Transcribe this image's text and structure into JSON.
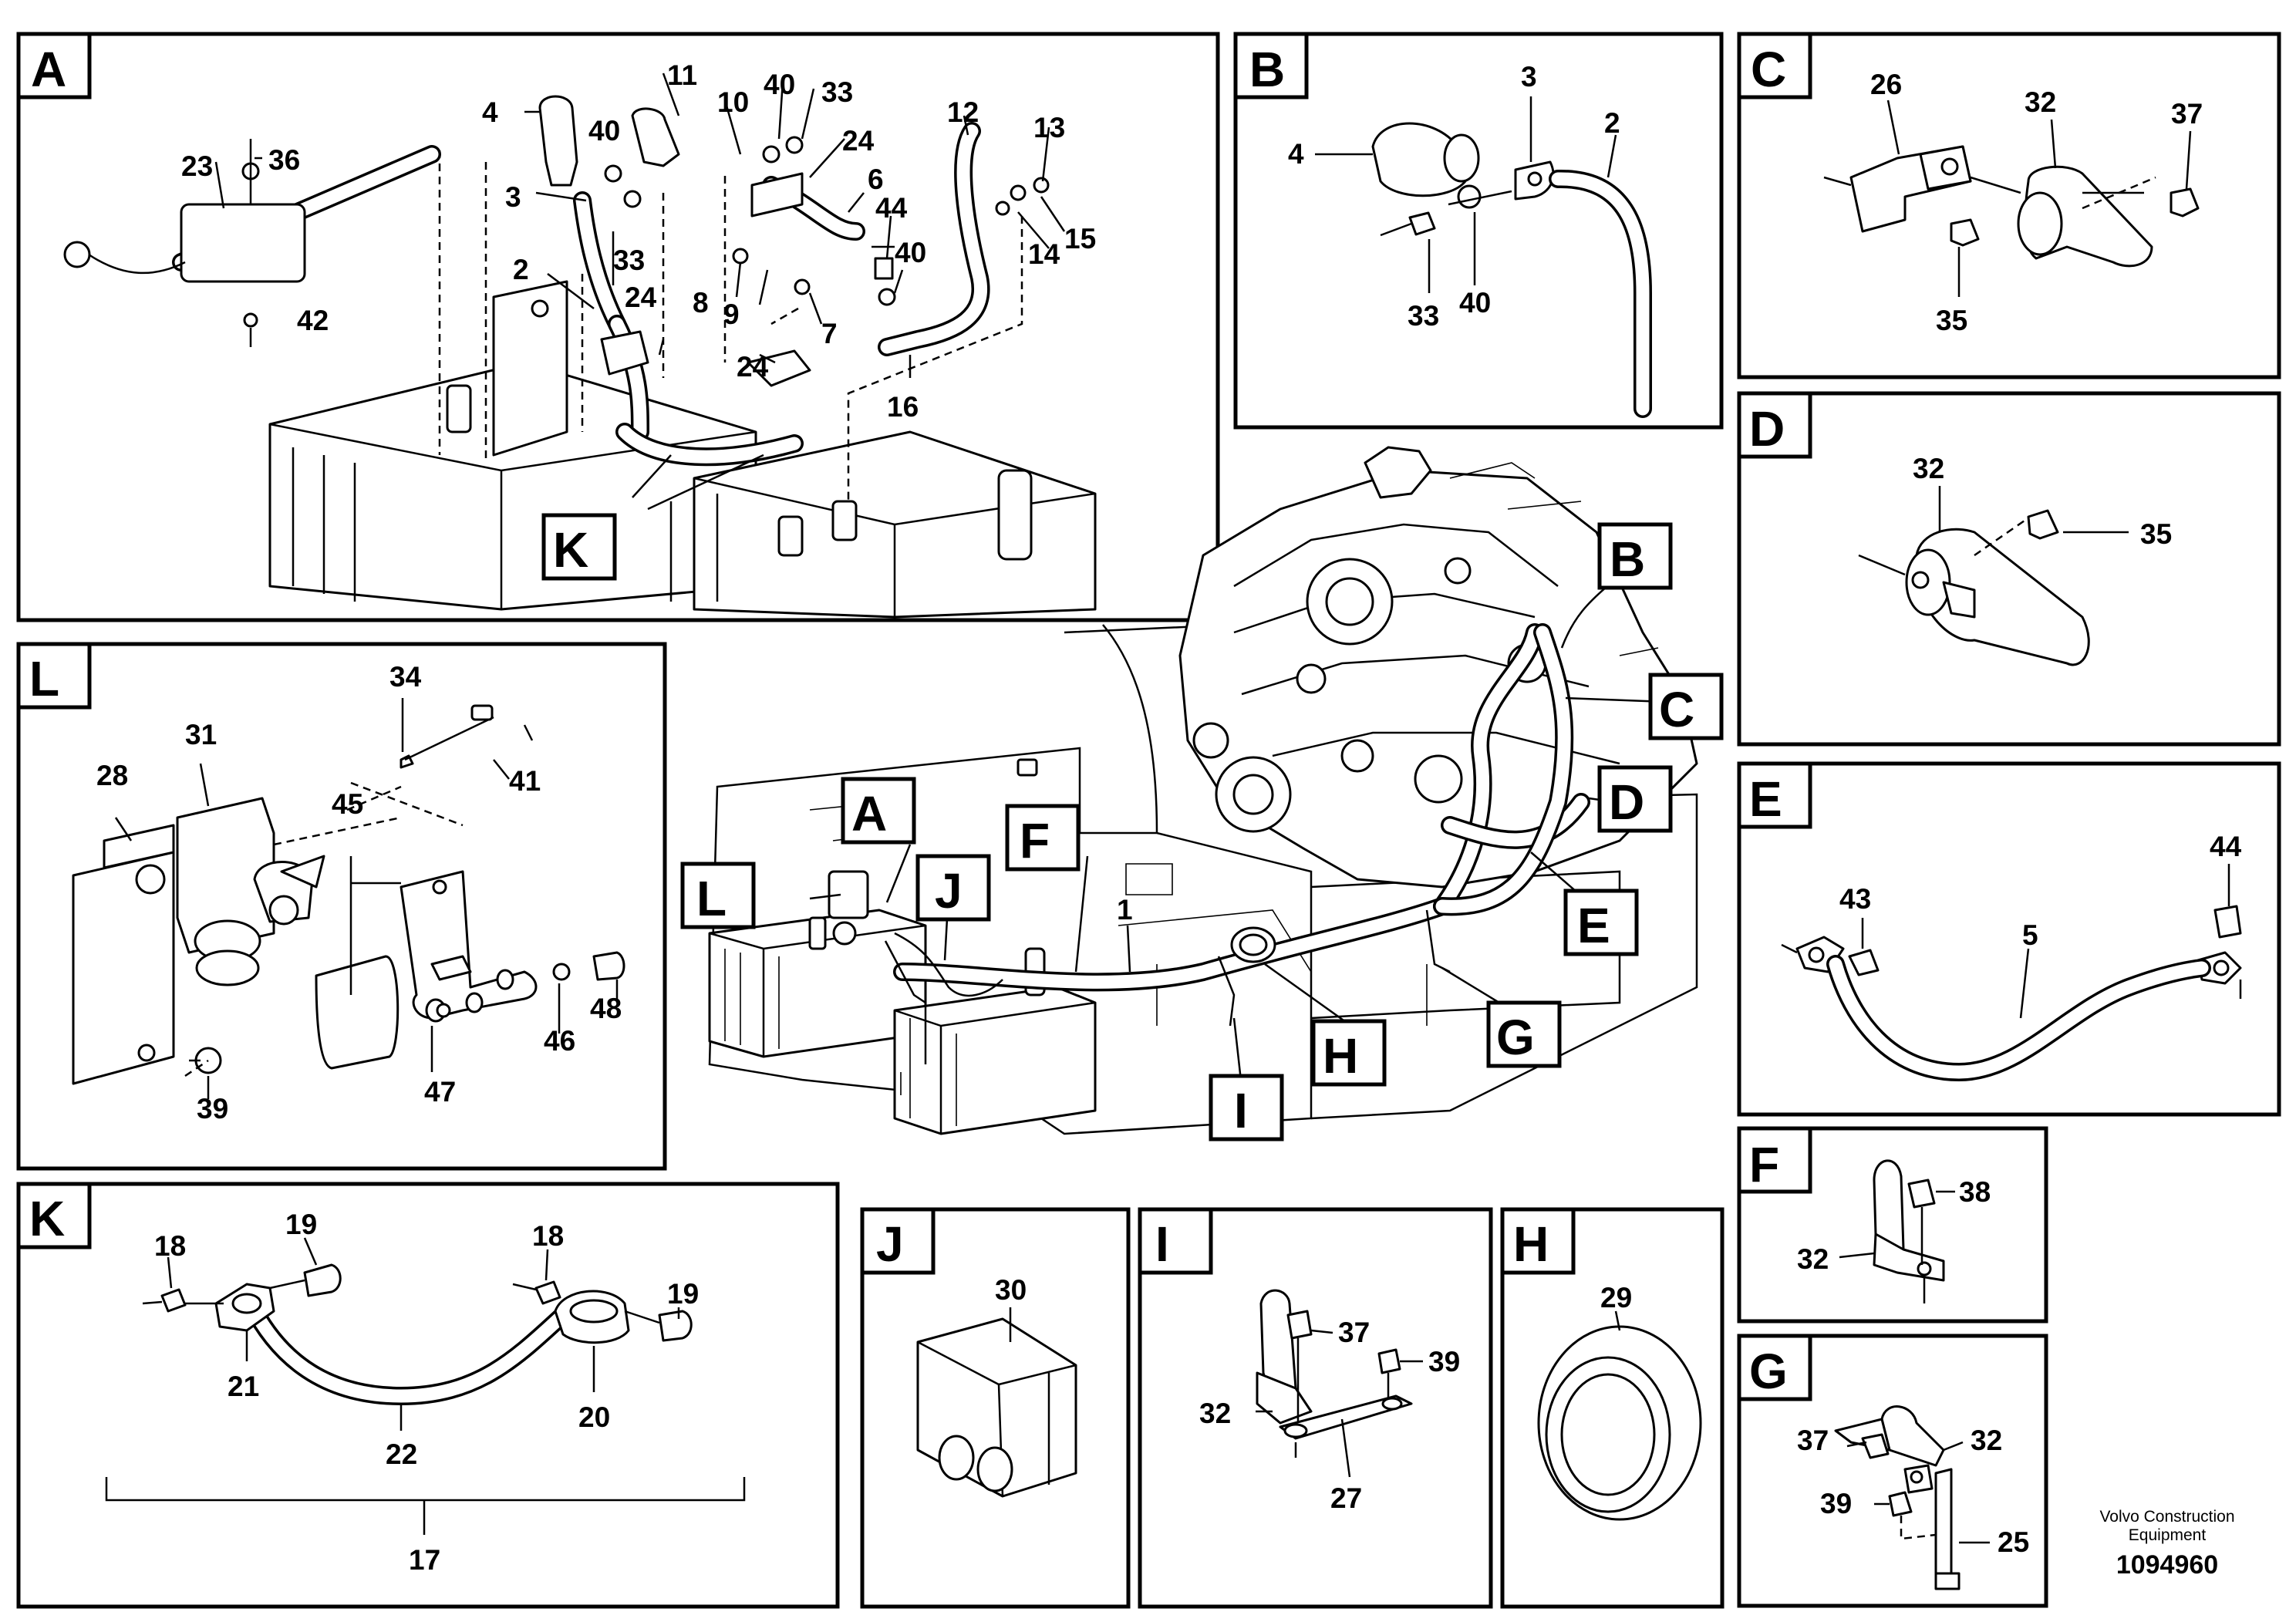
{
  "panels": {
    "A": {
      "label": "A",
      "parts": [
        "4",
        "11",
        "10",
        "40",
        "33",
        "24",
        "6",
        "12",
        "13",
        "3",
        "40",
        "33",
        "15",
        "14",
        "44",
        "40",
        "7",
        "8",
        "9",
        "2",
        "24",
        "24",
        "16",
        "23",
        "36",
        "42"
      ]
    },
    "B": {
      "label": "B",
      "parts": [
        "3",
        "2",
        "4",
        "33",
        "40"
      ]
    },
    "C": {
      "label": "C",
      "parts": [
        "26",
        "32",
        "37",
        "35"
      ]
    },
    "D": {
      "label": "D",
      "parts": [
        "32",
        "35"
      ]
    },
    "E": {
      "label": "E",
      "parts": [
        "44",
        "43",
        "5"
      ]
    },
    "F": {
      "label": "F",
      "parts": [
        "38",
        "32"
      ]
    },
    "G": {
      "label": "G",
      "parts": [
        "37",
        "32",
        "39",
        "25"
      ]
    },
    "H": {
      "label": "H",
      "parts": [
        "29"
      ]
    },
    "I": {
      "label": "I",
      "parts": [
        "37",
        "39",
        "32",
        "27"
      ]
    },
    "J": {
      "label": "J",
      "parts": [
        "30"
      ]
    },
    "K": {
      "label": "K",
      "parts": [
        "18",
        "19",
        "18",
        "19",
        "21",
        "22",
        "20",
        "17"
      ]
    },
    "L": {
      "label": "L",
      "parts": [
        "34",
        "41",
        "31",
        "28",
        "45",
        "48",
        "46",
        "47",
        "39"
      ]
    }
  },
  "main_view": {
    "callouts": [
      "B",
      "C",
      "D",
      "E",
      "A",
      "L",
      "J",
      "F",
      "H",
      "G",
      "I",
      "1"
    ],
    "part_label": "1"
  },
  "a_callout_k": "K",
  "footer": {
    "company_line1": "Volvo Construction",
    "company_line2": "Equipment",
    "drawing_id": "1094960"
  }
}
